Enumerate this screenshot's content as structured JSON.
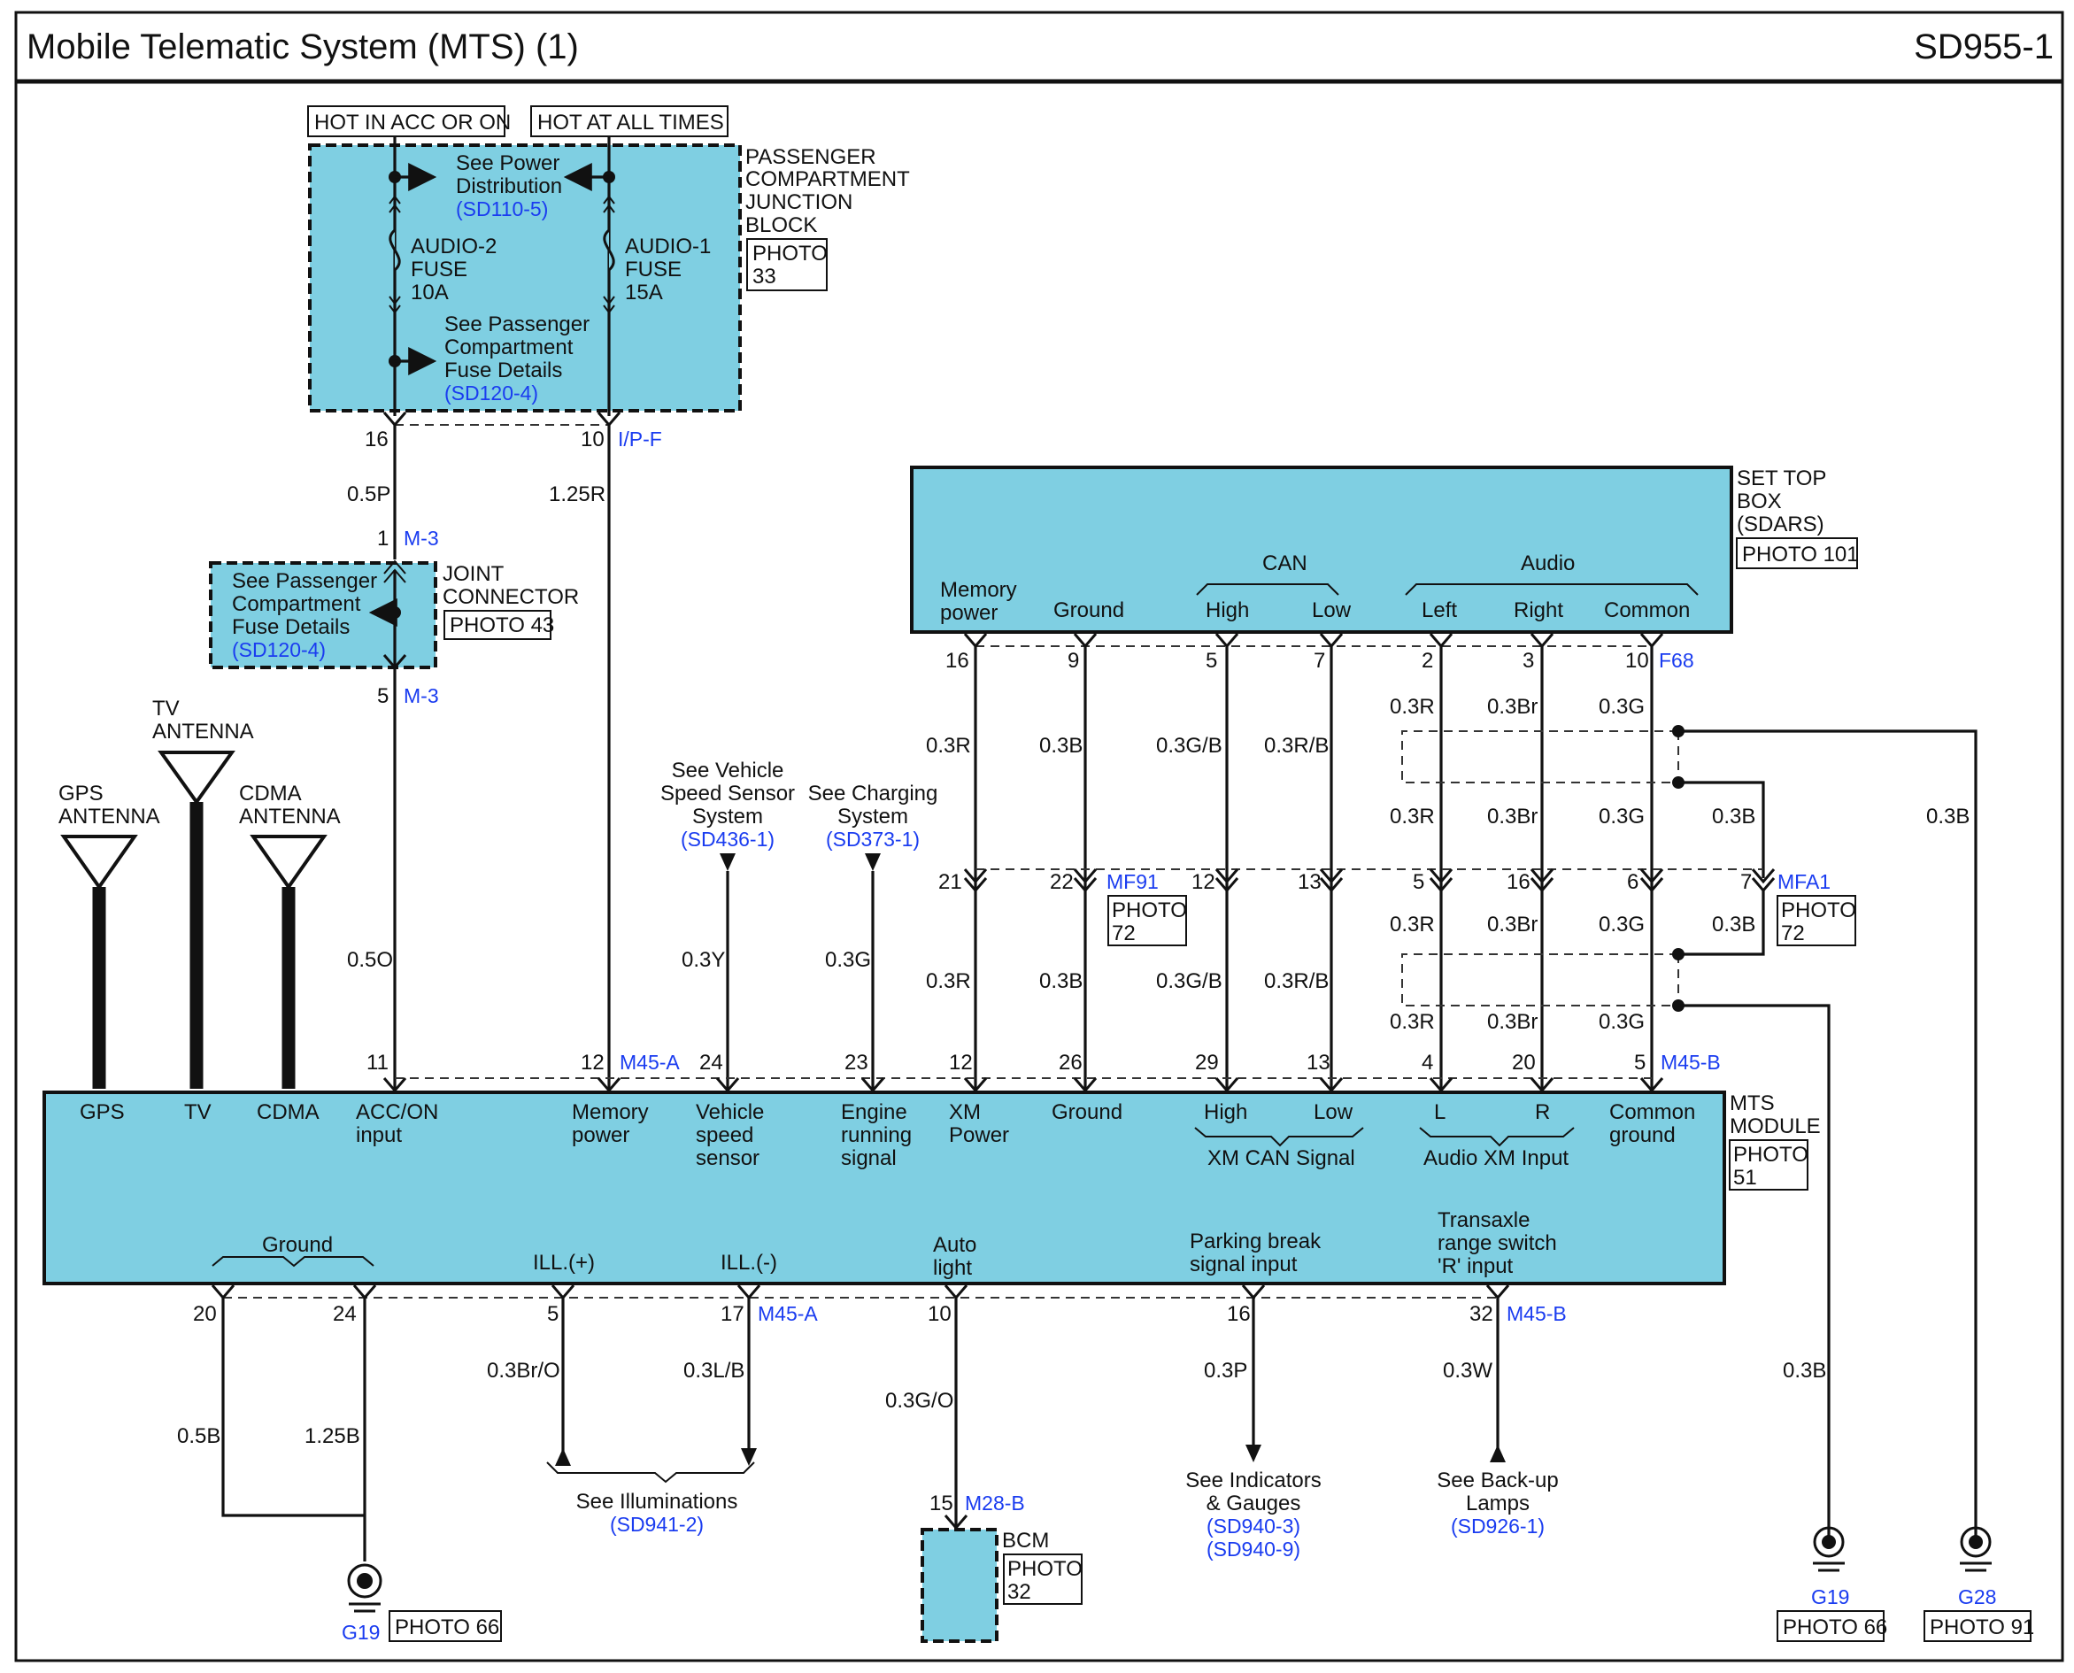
{
  "header": {
    "title": "Mobile Telematic System (MTS) (1)",
    "code": "SD955-1"
  },
  "power": {
    "hot_acc": "HOT IN ACC OR ON",
    "hot_all": "HOT AT ALL TIMES"
  },
  "junction_block": {
    "name_lines": [
      "PASSENGER",
      "COMPARTMENT",
      "JUNCTION",
      "BLOCK"
    ],
    "photo": [
      "PHOTO",
      "33"
    ],
    "power_ref": [
      "See Power",
      "Distribution"
    ],
    "power_ref_code": "(SD110-5)",
    "fuse2": [
      "AUDIO-2",
      "FUSE",
      "10A"
    ],
    "fuse1": [
      "AUDIO-1",
      "FUSE",
      "15A"
    ],
    "fuse_ref": [
      "See Passenger",
      "Compartment",
      "Fuse Details"
    ],
    "fuse_ref_code": "(SD120-4)",
    "pin_a": "16",
    "pin_b": "10",
    "conn": "I/P-F"
  },
  "joint": {
    "name_lines": [
      "JOINT",
      "CONNECTOR"
    ],
    "photo": "PHOTO 43",
    "ref": [
      "See Passenger",
      "Compartment",
      "Fuse Details"
    ],
    "ref_code": "(SD120-4)",
    "pin_top": "1",
    "conn_top": "M-3",
    "pin_bot": "5",
    "conn_bot": "M-3"
  },
  "wires": {
    "w1": "0.5P",
    "w2": "1.25R",
    "w3": "0.5O",
    "w4": "0.3Y",
    "w5": "0.3G",
    "xm": "0.3R",
    "gnd": "0.3B",
    "canh": "0.3G/B",
    "canl": "0.3R/B",
    "left": "0.3R",
    "right": "0.3Br",
    "common": "0.3G",
    "shield": "0.3B",
    "b1": "0.5B",
    "b2": "1.25B",
    "ill_p": "0.3Br/O",
    "ill_m": "0.3L/B",
    "auto": "0.3G/O",
    "park": "0.3P",
    "rev": "0.3W"
  },
  "antennas": {
    "gps": [
      "GPS",
      "ANTENNA"
    ],
    "tv": [
      "TV",
      "ANTENNA"
    ],
    "cdma": [
      "CDMA",
      "ANTENNA"
    ]
  },
  "refs": {
    "vss": [
      "See Vehicle",
      "Speed Sensor",
      "System"
    ],
    "vss_code": "(SD436-1)",
    "chg": [
      "See Charging",
      "System"
    ],
    "chg_code": "(SD373-1)",
    "ill": "See Illuminations",
    "ill_code": "(SD941-2)",
    "ind": [
      "See Indicators",
      "& Gauges"
    ],
    "ind_code1": "(SD940-3)",
    "ind_code2": "(SD940-9)",
    "bk": [
      "See Back-up",
      "Lamps"
    ],
    "bk_code": "(SD926-1)"
  },
  "stb": {
    "name_lines": [
      "SET TOP",
      "BOX",
      "(SDARS)"
    ],
    "photo": "PHOTO 101",
    "mem": [
      "Memory",
      "power"
    ],
    "ground": "Ground",
    "can": "CAN",
    "high": "High",
    "low": "Low",
    "audio": "Audio",
    "left": "Left",
    "right": "Right",
    "common": "Common",
    "pins": [
      "16",
      "9",
      "5",
      "7",
      "2",
      "3",
      "10"
    ],
    "conn": "F68"
  },
  "mfa": {
    "pins": [
      "21",
      "22",
      "12",
      "13",
      "5",
      "16",
      "6",
      "7"
    ],
    "conn_a": "MF91",
    "photo_a": [
      "PHOTO",
      "72"
    ],
    "conn_b": "MFA1",
    "photo_b": [
      "PHOTO",
      "72"
    ]
  },
  "mts": {
    "name_lines": [
      "MTS",
      "MODULE"
    ],
    "photo": [
      "PHOTO",
      "51"
    ],
    "gps": "GPS",
    "tv": "TV",
    "cdma": "CDMA",
    "acc": [
      "ACC/ON",
      "input"
    ],
    "mem": [
      "Memory",
      "power"
    ],
    "vss": [
      "Vehicle",
      "speed",
      "sensor"
    ],
    "eng": [
      "Engine",
      "running",
      "signal"
    ],
    "xm": [
      "XM",
      "Power"
    ],
    "ground": "Ground",
    "high": "High",
    "low": "Low",
    "xmcan": "XM CAN Signal",
    "l": "L",
    "r": "R",
    "axm": "Audio XM Input",
    "common": [
      "Common",
      "ground"
    ],
    "gnd_b": "Ground",
    "illp": "ILL.(+)",
    "illm": "ILL.(-)",
    "auto": [
      "Auto",
      "light"
    ],
    "park": [
      "Parking break",
      "signal input"
    ],
    "trans": [
      "Transaxle",
      "range switch",
      "'R' input"
    ],
    "top_pins": [
      "11",
      "12",
      "24",
      "23",
      "12",
      "26",
      "29",
      "13",
      "4",
      "20",
      "5"
    ],
    "conn_a": "M45-A",
    "conn_b": "M45-B",
    "bot_pins": [
      "20",
      "24",
      "5",
      "17",
      "10",
      "16",
      "32"
    ],
    "bconn_a": "M45-A",
    "bconn_b": "M45-B"
  },
  "bcm": {
    "name": "BCM",
    "photo": [
      "PHOTO",
      "32"
    ],
    "pin": "15",
    "conn": "M28-B"
  },
  "grounds": {
    "g19a": "G19",
    "g19a_photo": "PHOTO 66",
    "g19b": "G19",
    "g19b_photo": "PHOTO 66",
    "g28": "G28",
    "g28_photo": "PHOTO 91"
  }
}
